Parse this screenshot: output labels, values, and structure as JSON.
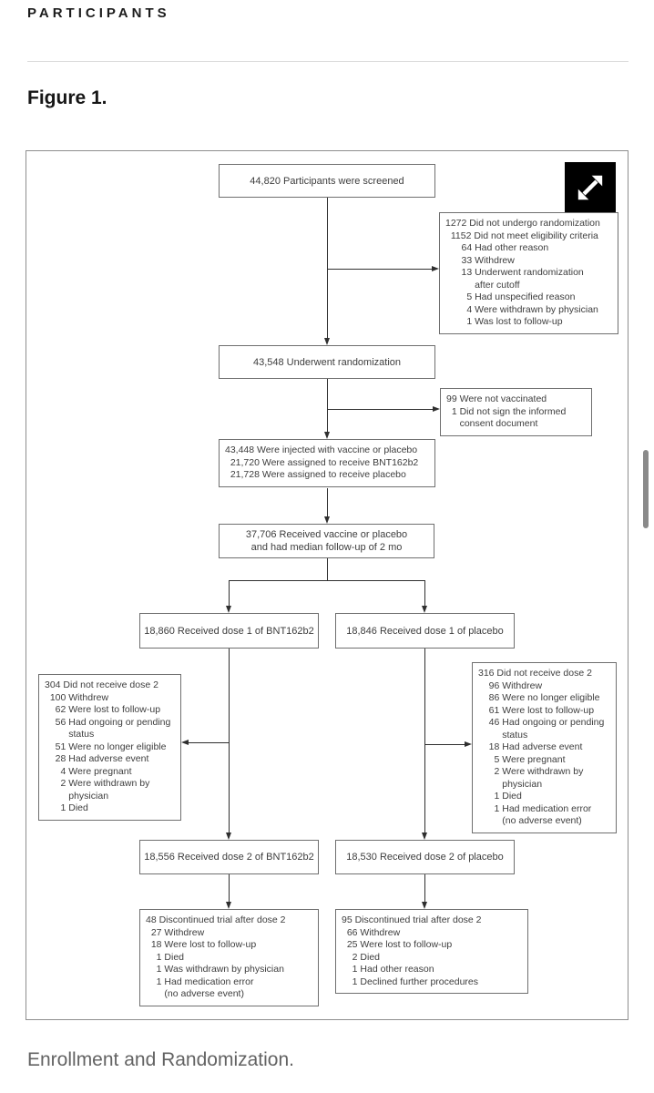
{
  "page": {
    "section_title": "PARTICIPANTS",
    "figure_label": "Figure 1.",
    "caption": "Enrollment and Randomization."
  },
  "icons": {
    "expand": "expand-diagonal-arrows-icon"
  },
  "colors": {
    "box_border": "#6f6f6f",
    "frame_border": "#8e8e8e",
    "connector": "#2f2f2f",
    "text": "#3d3d3d",
    "expand_icon_bg": "#000000",
    "expand_icon_fg": "#ffffff",
    "scrollbar_thumb": "#8a8a8a"
  },
  "flowchart": {
    "screened": {
      "text": "44,820 Participants were screened"
    },
    "not_randomized": {
      "text": "1272 Did not undergo randomization\n  1152 Did not meet eligibility criteria\n      64 Had other reason\n      33 Withdrew\n      13 Underwent randomization\n           after cutoff\n        5 Had unspecified reason\n        4 Were withdrawn by physician\n        1 Was lost to follow-up"
    },
    "randomized": {
      "text": "43,548 Underwent randomization"
    },
    "not_vaccinated": {
      "text": "99 Were not vaccinated\n  1 Did not sign the informed\n     consent document"
    },
    "injected": {
      "text": "43,448 Were injected with vaccine or placebo\n  21,720 Were assigned to receive BNT162b2\n  21,728 Were assigned to receive placebo"
    },
    "followup": {
      "text": "37,706 Received vaccine or placebo\nand had median follow-up of 2 mo"
    },
    "dose1_vaccine": {
      "text": "18,860 Received dose 1 of BNT162b2"
    },
    "dose1_placebo": {
      "text": "18,846 Received dose 1 of placebo"
    },
    "no_dose2_vaccine": {
      "text": "304 Did not receive dose 2\n  100 Withdrew\n    62 Were lost to follow-up\n    56 Had ongoing or pending\n         status\n    51 Were no longer eligible\n    28 Had adverse event\n      4 Were pregnant\n      2 Were withdrawn by\n         physician\n      1 Died"
    },
    "no_dose2_placebo": {
      "text": "316 Did not receive dose 2\n    96 Withdrew\n    86 Were no longer eligible\n    61 Were lost to follow-up\n    46 Had ongoing or pending\n         status\n    18 Had adverse event\n      5 Were pregnant\n      2 Were withdrawn by\n         physician\n      1 Died\n      1 Had medication error\n         (no adverse event)"
    },
    "dose2_vaccine": {
      "text": "18,556 Received dose 2 of BNT162b2"
    },
    "dose2_placebo": {
      "text": "18,530 Received dose 2 of placebo"
    },
    "discontinued_vaccine": {
      "text": "48 Discontinued trial after dose 2\n  27 Withdrew\n  18 Were lost to follow-up\n    1 Died\n    1 Was withdrawn by physician\n    1 Had medication error\n       (no adverse event)"
    },
    "discontinued_placebo": {
      "text": "95 Discontinued trial after dose 2\n  66 Withdrew\n  25 Were lost to follow-up\n    2 Died\n    1 Had other reason\n    1 Declined further procedures"
    }
  }
}
